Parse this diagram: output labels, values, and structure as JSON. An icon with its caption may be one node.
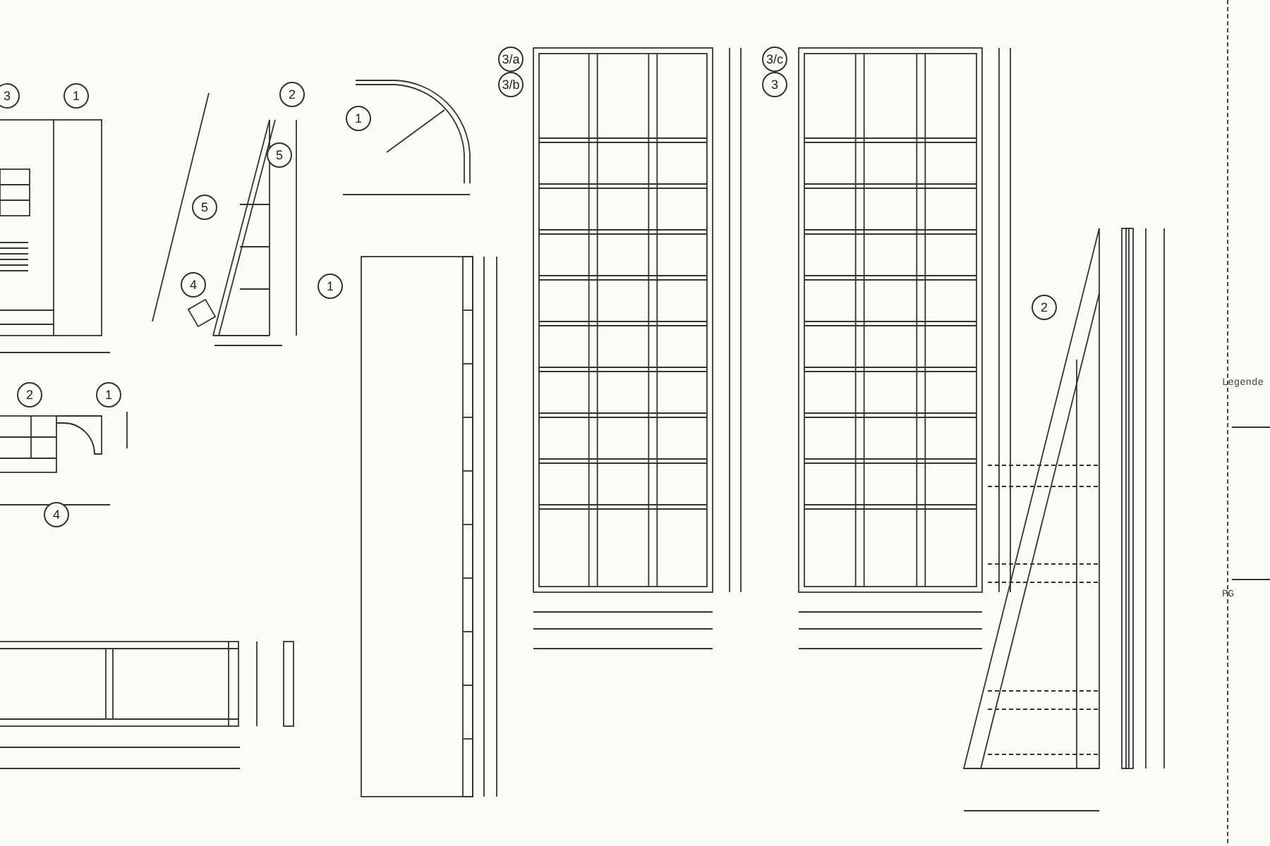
{
  "diagram": {
    "labels": [
      "3",
      "1",
      "2",
      "5",
      "5",
      "4",
      "1",
      "1",
      "2",
      "1",
      "4",
      "3/a",
      "3/b",
      "3/c",
      "3",
      "2",
      "Legende",
      "PG"
    ]
  }
}
